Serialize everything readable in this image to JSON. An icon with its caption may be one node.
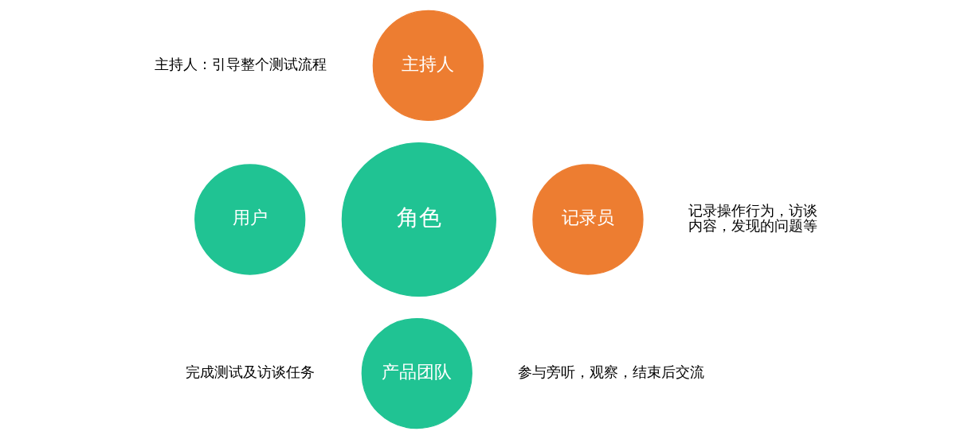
{
  "diagram": {
    "nodes": [
      {
        "text": [
          "主持人"
        ],
        "beside": [
          "主持人：引导整个测试流程"
        ]
      },
      {
        "text": [
          "用户"
        ]
      },
      {
        "text": [
          "角色"
        ]
      },
      {
        "text": [
          "记录员"
        ],
        "beside": [
          "记录操作行为，访谈内容，发现的问题等"
        ]
      },
      {
        "text": [
          "产品团队"
        ],
        "beside": [
          "参与旁听，观察，结束后交流"
        ]
      }
    ],
    "labels": [
      "完成测试及访谈任务"
    ]
  }
}
